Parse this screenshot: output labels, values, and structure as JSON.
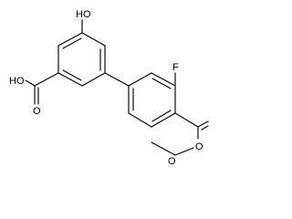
{
  "molecule": {
    "atom_labels": {
      "hydroxyl": "HO",
      "acid_oh": "HO",
      "acid_o": "O",
      "fluorine": "F",
      "ester_o": "O",
      "ester_o_chain": "O"
    }
  }
}
